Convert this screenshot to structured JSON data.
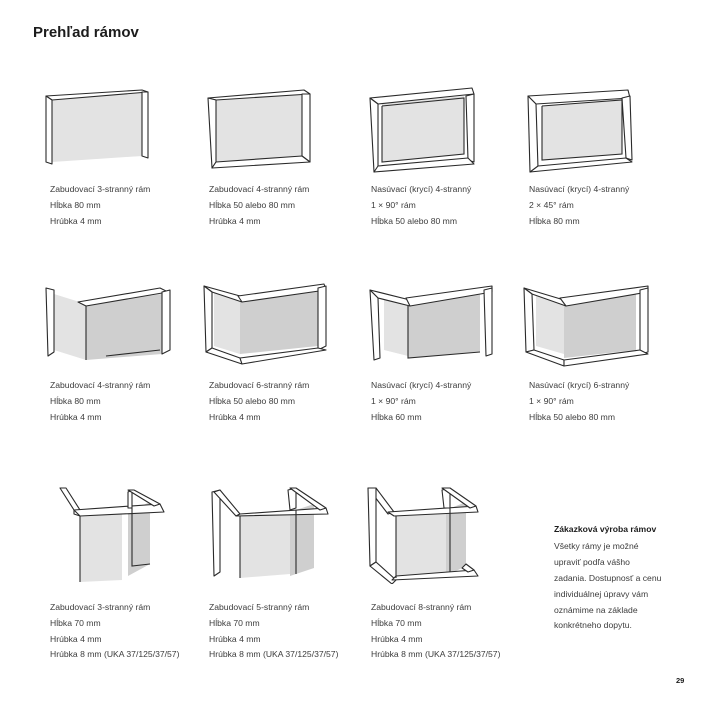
{
  "page": {
    "title": "Prehľad rámov",
    "page_number": "29"
  },
  "frames": [
    {
      "id": "f1",
      "lines": [
        "Zabudovací 3-stranný rám",
        "Hĺbka 80 mm",
        "Hrúbka 4 mm"
      ]
    },
    {
      "id": "f2",
      "lines": [
        "Zabudovací 4-stranný rám",
        "Hĺbka 50 alebo 80 mm",
        "Hrúbka 4 mm"
      ]
    },
    {
      "id": "f3",
      "lines": [
        "Nasúvací (krycí) 4-stranný",
        "1 × 90° rám",
        "Hĺbka 50 alebo 80 mm"
      ]
    },
    {
      "id": "f4",
      "lines": [
        "Nasúvací (krycí) 4-stranný",
        "2 × 45° rám",
        "Hĺbka 80 mm"
      ]
    },
    {
      "id": "f5",
      "lines": [
        "Zabudovací 4-stranný rám",
        "Hĺbka 80 mm",
        "Hrúbka 4 mm"
      ]
    },
    {
      "id": "f6",
      "lines": [
        "Zabudovací 6-stranný rám",
        "Hĺbka 50 alebo 80 mm",
        "Hrúbka 4 mm"
      ]
    },
    {
      "id": "f7",
      "lines": [
        "Nasúvací (krycí) 4-stranný",
        "1 × 90° rám",
        "Hĺbka 60 mm"
      ]
    },
    {
      "id": "f8",
      "lines": [
        "Nasúvací (krycí) 6-stranný",
        "1 × 90° rám",
        "Hĺbka 50 alebo 80 mm"
      ]
    },
    {
      "id": "f9",
      "lines": [
        "Zabudovací 3-stranný rám",
        "Hĺbka 70 mm",
        "Hrúbka 4 mm",
        "Hrúbka 8 mm (UKA 37/125/37/57)"
      ]
    },
    {
      "id": "f10",
      "lines": [
        "Zabudovací 5-stranný rám",
        "Hĺbka 70 mm",
        "Hrúbka 4 mm",
        "Hrúbka 8 mm (UKA 37/125/37/57)"
      ]
    },
    {
      "id": "f11",
      "lines": [
        "Zabudovací 8-stranný rám",
        "Hĺbka 70 mm",
        "Hrúbka 4 mm",
        "Hrúbka 8 mm (UKA 37/125/37/57)"
      ]
    }
  ],
  "note": {
    "heading": "Zákazková výroba rámov",
    "lines": [
      "Všetky rámy je možné",
      "upraviť podľa vášho",
      "zadania. Dostupnosť a cenu",
      "individuálnej úpravy vám",
      "oznámime na základe",
      "konkrétneho dopytu."
    ]
  }
}
